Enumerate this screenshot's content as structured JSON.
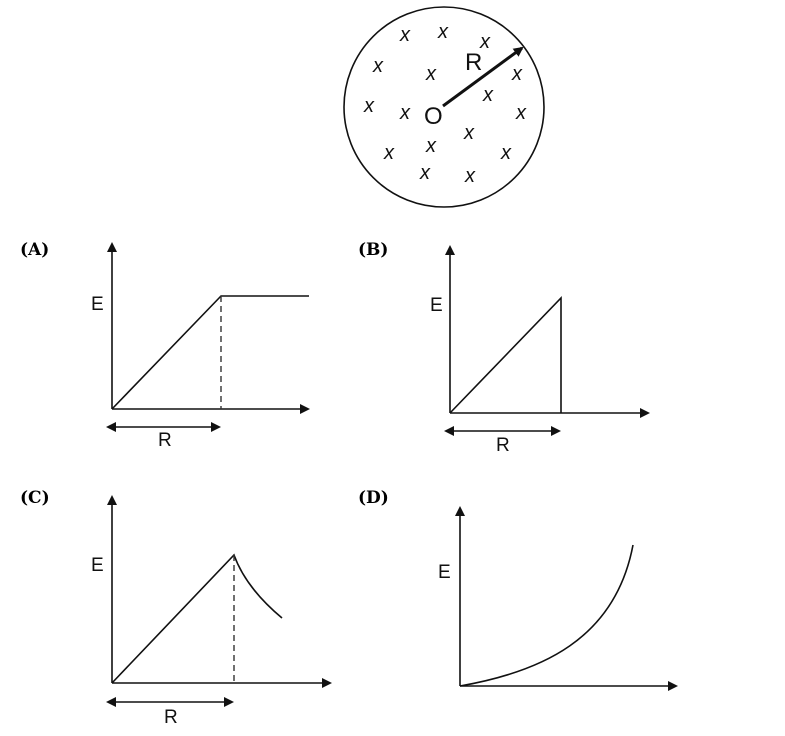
{
  "figure": {
    "cross_symbol": "x",
    "center_label": "O",
    "radius_label": "R"
  },
  "options": [
    {
      "key": "A",
      "label": "(A)",
      "y_label": "E",
      "x_label": "R"
    },
    {
      "key": "B",
      "label": "(B)",
      "y_label": "E",
      "x_label": "R"
    },
    {
      "key": "C",
      "label": "(C)",
      "y_label": "E",
      "x_label": "R"
    },
    {
      "key": "D",
      "label": "(D)",
      "y_label": "E"
    }
  ]
}
